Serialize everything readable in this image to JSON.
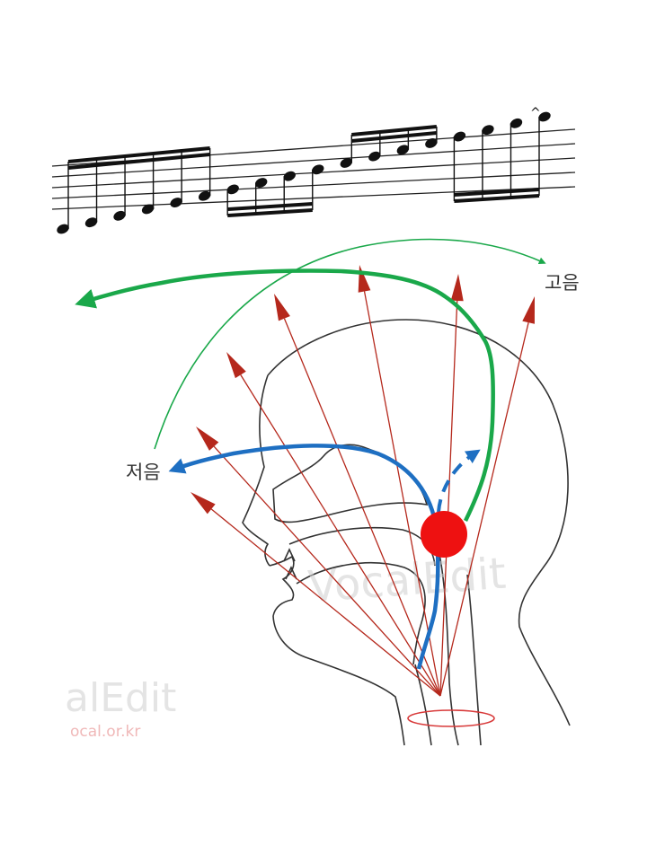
{
  "labels": {
    "high_pitch": "고음",
    "low_pitch": "저음"
  },
  "watermark": {
    "center_text": "VocalEdit",
    "left_text": "alEdit",
    "url": "ocal.or.kr"
  },
  "colors": {
    "resonance_arrows": "#b5281c",
    "high_path": "#1aa84a",
    "low_path": "#1e6fc2",
    "larynx_point": "#ee1111",
    "larynx_ring": "#d83a3a",
    "outline": "#333333",
    "staff": "#222222"
  },
  "notation": {
    "notes": 18,
    "beamed_groups": 4,
    "top_accent": "^"
  },
  "icons": [
    "resonance-arrow",
    "pitch-arc-arrow",
    "larynx-dot"
  ]
}
